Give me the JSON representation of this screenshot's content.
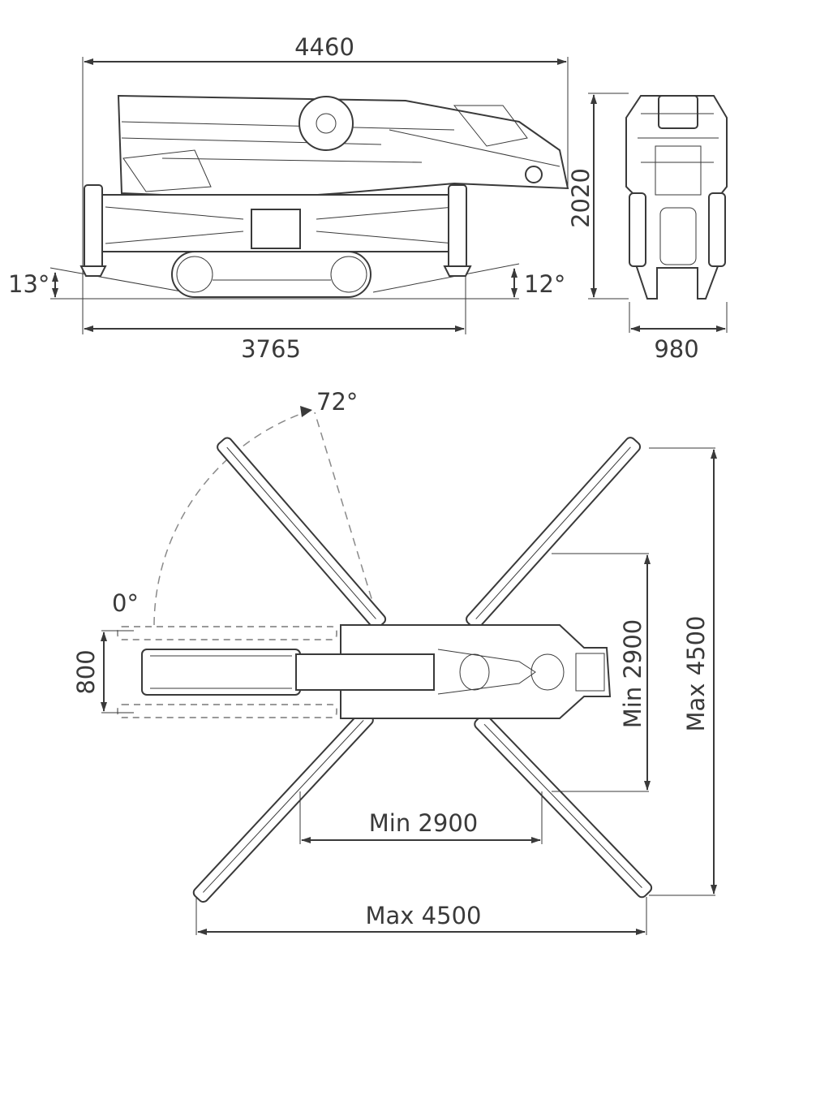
{
  "side_view": {
    "overall_length": "4460",
    "track_length": "3765",
    "height": "2020",
    "width": "980",
    "angle_left": "13°",
    "angle_right": "12°"
  },
  "top_view": {
    "slew_max": "72°",
    "slew_min": "0°",
    "boom_width": "800",
    "outrigger_min_vertical": "Min 2900",
    "outrigger_max_vertical": "Max 4500",
    "outrigger_min_horizontal": "Min 2900",
    "outrigger_max_horizontal": "Max 4500"
  },
  "colors": {
    "line": "#3a3a3a",
    "ghost": "#9a9a9a",
    "background": "#ffffff"
  }
}
